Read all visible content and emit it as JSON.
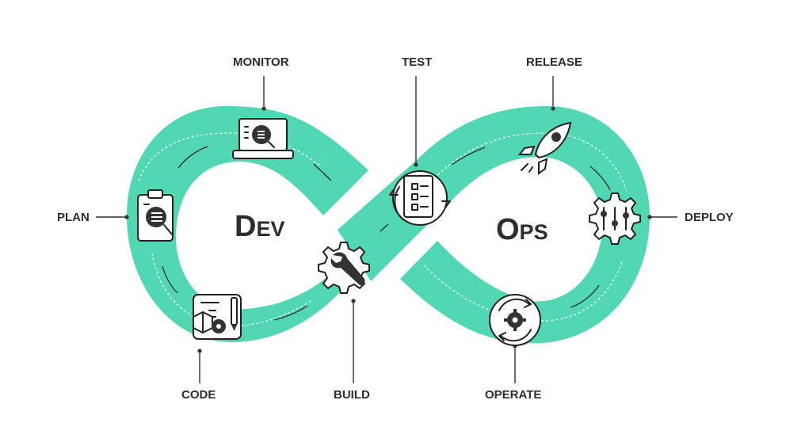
{
  "diagram": {
    "left_word": "Dev",
    "right_word": "Ops",
    "stages": [
      {
        "id": "plan",
        "label": "PLAN",
        "icon": "clipboard-magnifier-icon"
      },
      {
        "id": "monitor",
        "label": "MONITOR",
        "icon": "laptop-magnifier-icon"
      },
      {
        "id": "test",
        "label": "TEST",
        "icon": "clipboard-cycle-icon"
      },
      {
        "id": "release",
        "label": "RELEASE",
        "icon": "rocket-icon"
      },
      {
        "id": "deploy",
        "label": "DEPLOY",
        "icon": "gear-sliders-icon"
      },
      {
        "id": "operate",
        "label": "OPERATE",
        "icon": "gear-cycle-icon"
      },
      {
        "id": "build",
        "label": "BUILD",
        "icon": "gear-wrench-icon"
      },
      {
        "id": "code",
        "label": "CODE",
        "icon": "code-board-gear-icon"
      }
    ],
    "colors": {
      "band": "#52d7b3",
      "text": "#2d2d2d",
      "background": "#ffffff"
    }
  }
}
